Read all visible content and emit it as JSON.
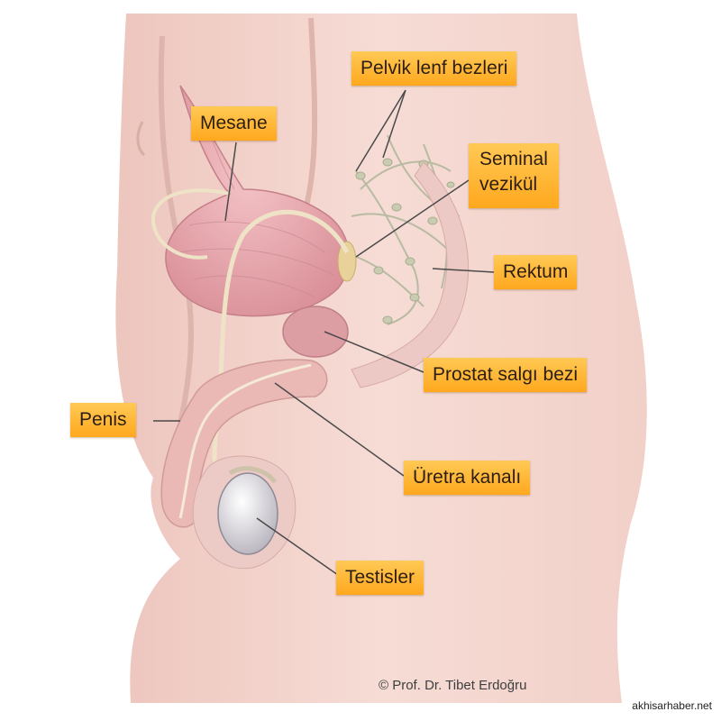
{
  "labels": {
    "lymph": "Pelvik lenf bezleri",
    "bladder": "Mesane",
    "seminal_line1": "Seminal",
    "seminal_line2": "vezikül",
    "rectum": "Rektum",
    "prostate": "Prostat salgı bezi",
    "penis": "Penis",
    "urethra": "Üretra kanalı",
    "testes": "Testisler"
  },
  "copyright": "© Prof. Dr. Tibet Erdoğru",
  "watermark": "akhisarhaber.net",
  "colors": {
    "label_fill": "#ffb52e",
    "skin": "#f2d2cb",
    "organ": "#e7a8ae",
    "leader_line": "#4a4a4a"
  }
}
